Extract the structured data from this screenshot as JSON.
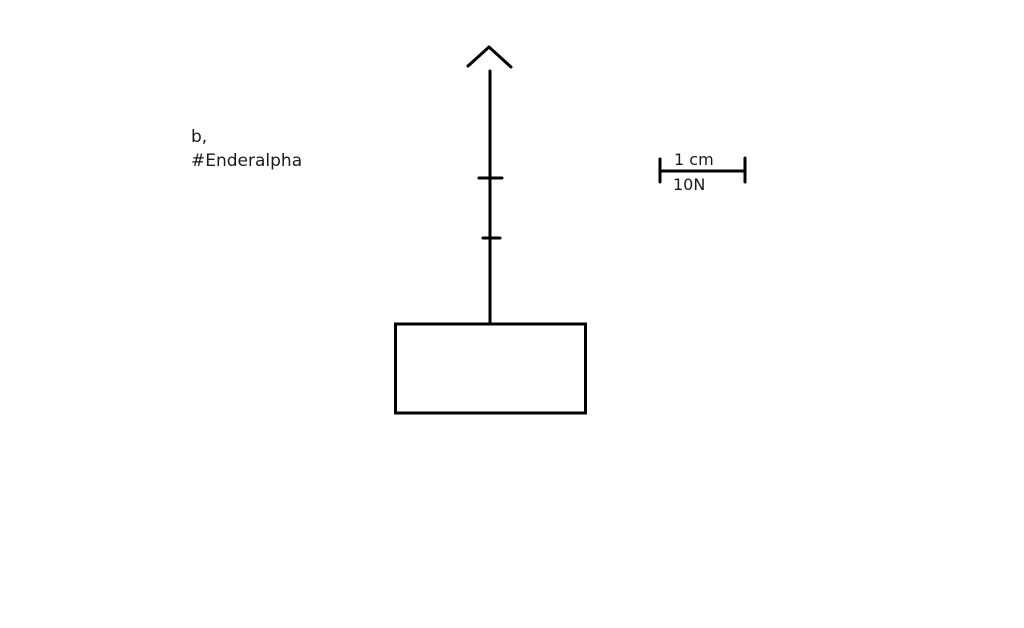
{
  "note": {
    "part": "b,",
    "signature": "#Enderalpha"
  },
  "scale": {
    "length": "1 cm",
    "force": "10N"
  },
  "icons": {
    "arrowhead": "arrowhead-up-icon",
    "object": "rectangle-block"
  },
  "colors": {
    "stroke": "#000000",
    "text": "#1a1a1a"
  }
}
